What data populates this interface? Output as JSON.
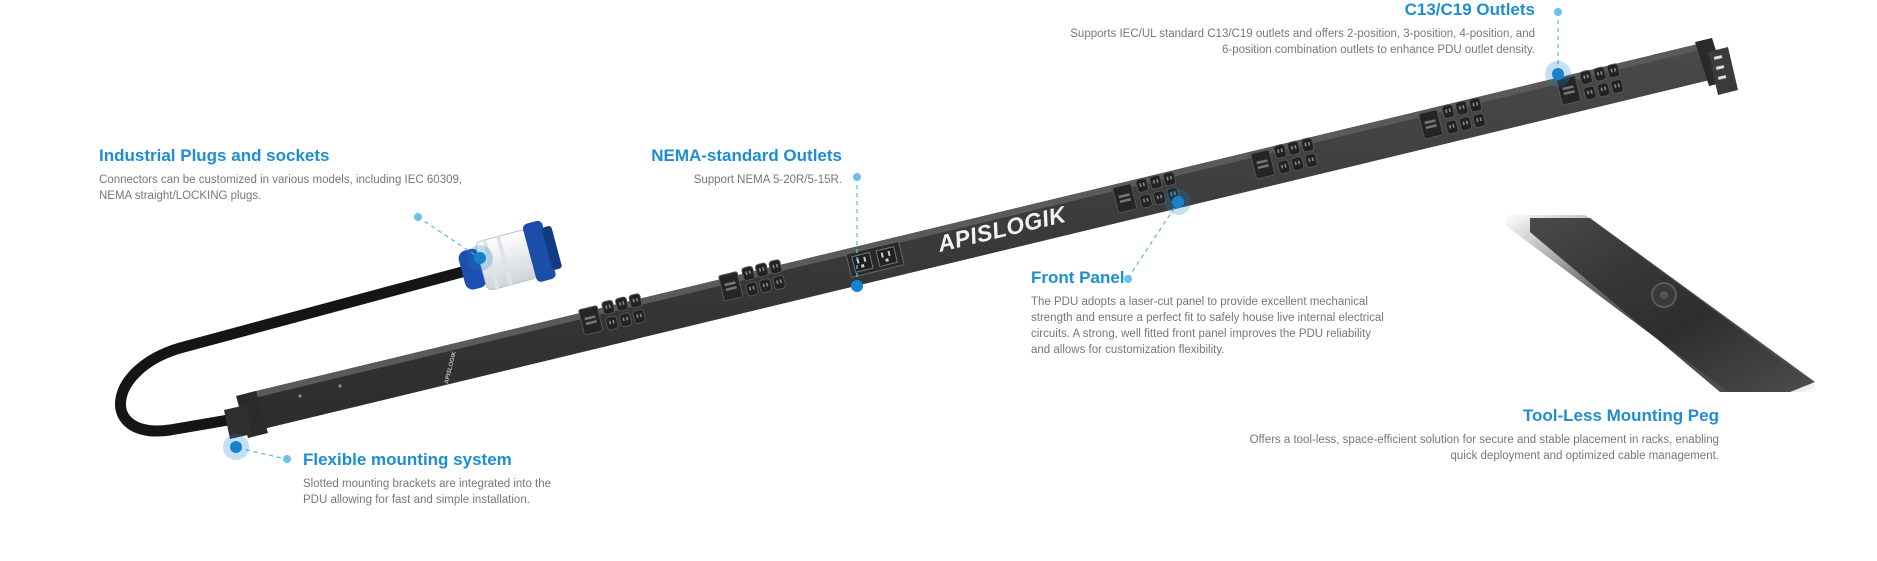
{
  "brand": {
    "logo_text": "APISLOGIK",
    "side_logo_text": "APISLOGIK"
  },
  "colors": {
    "accent": "#1f8dd0",
    "body_text": "#777777",
    "pdu_body": "#3a3a3a"
  },
  "callouts": {
    "c13c19": {
      "title": "C13/C19 Outlets",
      "line1": "Supports IEC/UL standard C13/C19 outlets and offers 2-position, 3-position, 4-position, and",
      "line2": "6-position combination outlets to enhance PDU outlet density."
    },
    "industrial": {
      "title": "Industrial Plugs and sockets",
      "line1": "Connectors can be customized in various models, including IEC 60309,",
      "line2": "NEMA straight/LOCKING plugs."
    },
    "nema": {
      "title": "NEMA-standard Outlets",
      "line1": "Support NEMA 5-20R/5-15R."
    },
    "front_panel": {
      "title": "Front Panel",
      "line1": "The PDU adopts a laser-cut panel to provide excellent mechanical",
      "line2": "strength and ensure a perfect fit to safely house live internal electrical",
      "line3": "circuits. A strong, well fitted front panel improves the PDU reliability",
      "line4": "and allows for customization flexibility."
    },
    "toolless": {
      "title": "Tool-Less Mounting Peg",
      "line1": "Offers a tool-less, space-efficient solution for secure and stable placement in racks, enabling",
      "line2": "quick deployment and optimized cable management."
    },
    "flexible": {
      "title": "Flexible mounting system",
      "line1": "Slotted mounting brackets are integrated into the",
      "line2": "PDU allowing for fast  and simple installation."
    }
  }
}
